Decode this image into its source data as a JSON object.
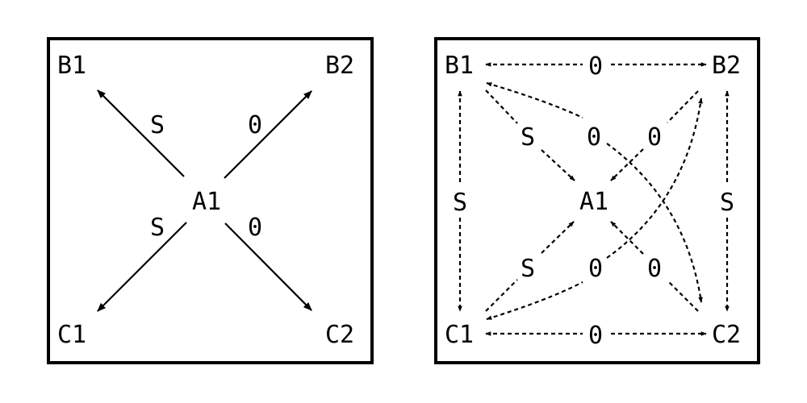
{
  "left_panel": {
    "nodes": {
      "b1": "B1",
      "b2": "B2",
      "a1": "A1",
      "c1": "C1",
      "c2": "C2"
    },
    "edge_labels": {
      "a1_b1": "S",
      "a1_b2": "0",
      "a1_c1": "S",
      "a1_c2": "0"
    }
  },
  "right_panel": {
    "nodes": {
      "b1": "B1",
      "b2": "B2",
      "a1": "A1",
      "c1": "C1",
      "c2": "C2"
    },
    "edge_labels": {
      "b1_b2": "0",
      "b1_a1": "S",
      "b1_c2": "0",
      "b2_a1": "0",
      "b1_c1": "S",
      "b2_c2": "S",
      "c1_a1": "S",
      "c1_b2": "0",
      "c2_a1": "0",
      "c1_c2": "0"
    }
  }
}
